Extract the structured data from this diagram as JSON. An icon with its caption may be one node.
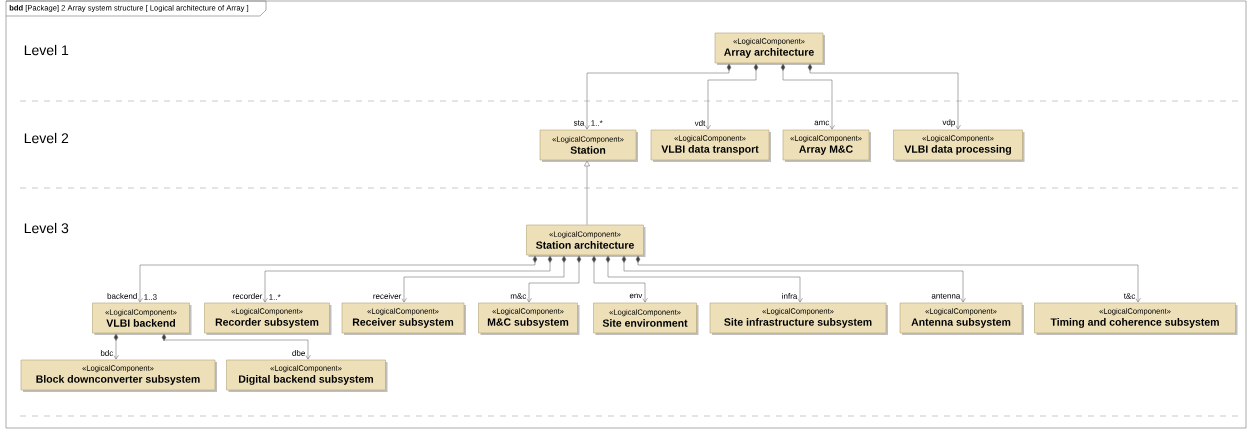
{
  "diagram": {
    "title": "**bdd** [Package] 2 Array system structure [ Logical architecture of Array ]",
    "nodes": [
      {
        "text": [
          "«LogicalComponent»",
          "Array architecture"
        ]
      },
      {
        "text": [
          "«LogicalComponent»",
          "Station"
        ]
      },
      {
        "text": [
          "«LogicalComponent»",
          "VLBI data transport"
        ]
      },
      {
        "text": [
          "«LogicalComponent»",
          "Array M&C"
        ]
      },
      {
        "text": [
          "«LogicalComponent»",
          "VLBI data processing"
        ]
      },
      {
        "text": [
          "«LogicalComponent»",
          "Station architecture"
        ]
      },
      {
        "text": [
          "«LogicalComponent»",
          "VLBI backend"
        ]
      },
      {
        "text": [
          "«LogicalComponent»",
          "Recorder subsystem"
        ]
      },
      {
        "text": [
          "«LogicalComponent»",
          "Receiver subsystem"
        ]
      },
      {
        "text": [
          "«LogicalComponent»",
          "M&C subsystem"
        ]
      },
      {
        "text": [
          "«LogicalComponent»",
          "Site environment"
        ]
      },
      {
        "text": [
          "«LogicalComponent»",
          "Site infrastructure subsystem"
        ]
      },
      {
        "text": [
          "«LogicalComponent»",
          "Antenna subsystem"
        ]
      },
      {
        "text": [
          "«LogicalComponent»",
          "Timing and coherence subsystem"
        ]
      },
      {
        "text": [
          "«LogicalComponent»",
          "Block downconverter subsystem"
        ]
      },
      {
        "text": [
          "«LogicalComponent»",
          "Digital backend subsystem"
        ]
      }
    ],
    "edges": [
      {
        "from": 0,
        "to": 1,
        "arrow": "to",
        "label": "sta"
      },
      {
        "from": 0,
        "to": 2,
        "arrow": "to",
        "label": "vdt"
      },
      {
        "from": 0,
        "to": 3,
        "arrow": "to",
        "label": "amc"
      },
      {
        "from": 0,
        "to": 4,
        "arrow": "to",
        "label": "vdp"
      },
      {
        "from": 5,
        "to": 1,
        "arrow": "to"
      },
      {
        "from": 5,
        "to": 6,
        "arrow": "to",
        "label": "backend"
      },
      {
        "from": 5,
        "to": 7,
        "arrow": "to",
        "label": "recorder"
      },
      {
        "from": 5,
        "to": 8,
        "arrow": "to",
        "label": "receiver"
      },
      {
        "from": 5,
        "to": 9,
        "arrow": "to",
        "label": "m&c"
      },
      {
        "from": 5,
        "to": 10,
        "arrow": "to",
        "label": "env"
      },
      {
        "from": 5,
        "to": 11,
        "arrow": "to",
        "label": "infra"
      },
      {
        "from": 5,
        "to": 12,
        "arrow": "to",
        "label": "antenna"
      },
      {
        "from": 5,
        "to": 13,
        "arrow": "to",
        "label": "t&c"
      },
      {
        "from": 6,
        "to": 14,
        "arrow": "to",
        "label": "bdc"
      },
      {
        "from": 6,
        "to": 15,
        "arrow": "to",
        "label": "dbe"
      }
    ],
    "labels": [
      "Level 1",
      "Level 2",
      "Level 3",
      "1..*",
      "1..3",
      "1..*"
    ]
  }
}
